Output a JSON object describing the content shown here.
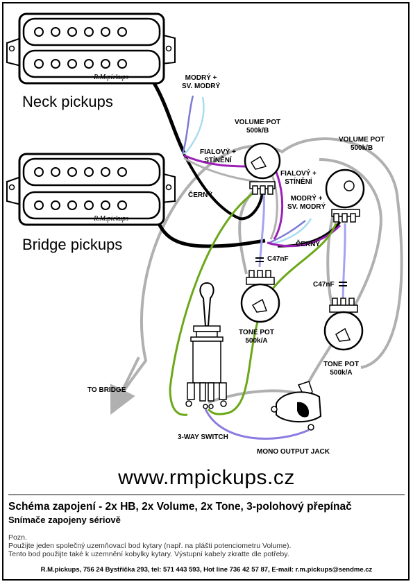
{
  "pickups": {
    "neck_label": "Neck pickups",
    "bridge_label": "Bridge pickups",
    "brand_mark": "R.M.pickups"
  },
  "labels": {
    "modry_sv_modry_top": "MODRÝ +\nSV. MODRÝ",
    "volume_pot_1": "VOLUME POT\n500k/B",
    "volume_pot_2": "VOLUME POT\n500k/B",
    "fialovy_stineni_1": "FIALOVÝ +\nSTÍNĚNÍ",
    "fialovy_stineni_2": "FIALOVÝ +\nSTÍNĚNÍ",
    "cerny_1": "ČERNÝ",
    "cerny_2": "ČERNÝ",
    "modry_sv_modry_mid": "MODRÝ +\nSV. MODRÝ",
    "cap_1": "C47nF",
    "cap_2": "C47nF",
    "tone_pot_1": "TONE POT\n500k/A",
    "tone_pot_2": "TONE POT\n500k/A",
    "to_bridge": "TO BRIDGE",
    "switch": "3-WAY SWITCH",
    "output_jack": "MONO OUTPUT JACK"
  },
  "footer": {
    "url": "www.rmpickups.cz",
    "title": "Schéma zapojení - 2x HB, 2x Volume, 2x Tone, 3-polohový přepínač",
    "subtitle": "Snímače zapojeny sériově",
    "note_label": "Pozn.",
    "note_line_1": "Použijte jeden společný uzemňovací bod kytary (např. na plášti potenciometru Volume).",
    "note_line_2": "Tento bod použijte také k uzemnění kobylky kytary. Výstupní kabely zkratte dle potřeby.",
    "contact": "R.M.pickups, 756 24 Bystřička 293, tel: 571 443 593, Hot line 736 42 57 87, E-mail: r.m.pickups@sendme.cz"
  },
  "wire_colors": {
    "black": "#000000",
    "blue": "#7b7bd6",
    "light_blue": "#a8dcf0",
    "purple": "#9c1fb8",
    "green": "#6aa818",
    "gray": "#b0b0b0",
    "violet": "#8c7be0"
  }
}
